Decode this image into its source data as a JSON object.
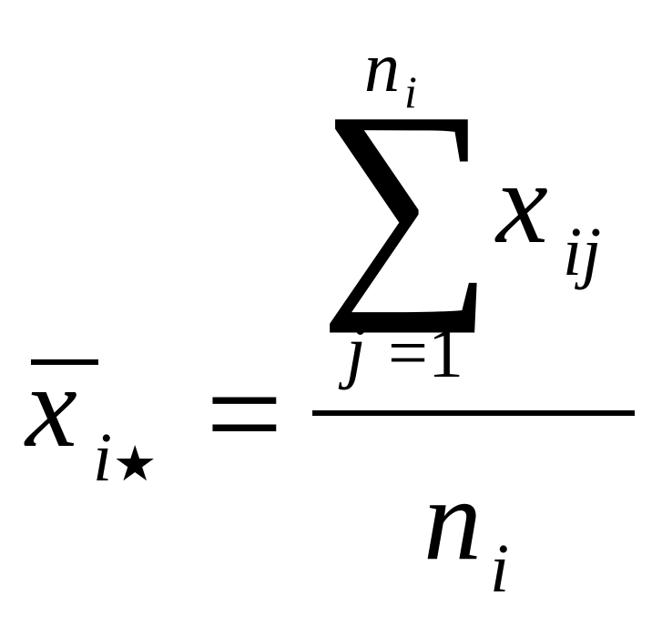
{
  "formula": {
    "lhs": {
      "variable": "x",
      "subscript_index": "i",
      "subscript_star": "★"
    },
    "equals": "=",
    "numerator": {
      "sum_symbol": "∑",
      "upper_limit": {
        "base": "n",
        "subscript": "i"
      },
      "lower_limit": {
        "index": "j",
        "equals": "=",
        "start": "1"
      },
      "term": {
        "base": "x",
        "subscript": "ij"
      }
    },
    "denominator": {
      "base": "n",
      "subscript": "i"
    }
  }
}
